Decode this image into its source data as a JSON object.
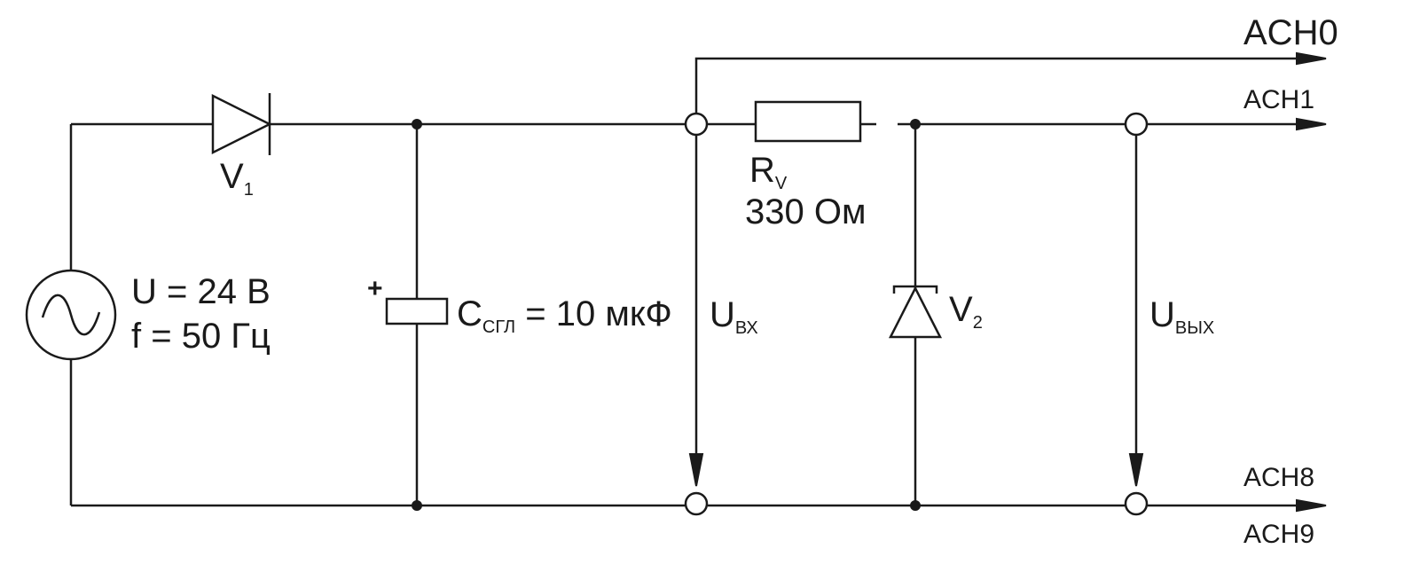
{
  "source": {
    "label_u": "U = 24 В",
    "label_f": "f = 50 Гц"
  },
  "diode_v1": {
    "name": "V",
    "sub": "1"
  },
  "capacitor": {
    "polarity": "+",
    "name": "C",
    "sub": "СГЛ",
    "value": " = 10 мкФ"
  },
  "resistor": {
    "name": "R",
    "sub": "V",
    "value": "330 Ом"
  },
  "zener_v2": {
    "name": "V",
    "sub": "2"
  },
  "voltage_in": {
    "name": "U",
    "sub": "ВХ"
  },
  "voltage_out": {
    "name": "U",
    "sub": "ВЫХ"
  },
  "channels": {
    "ach0": "ACH0",
    "ach1": "ACH1",
    "ach8": "ACH8",
    "ach9": "ACH9"
  }
}
